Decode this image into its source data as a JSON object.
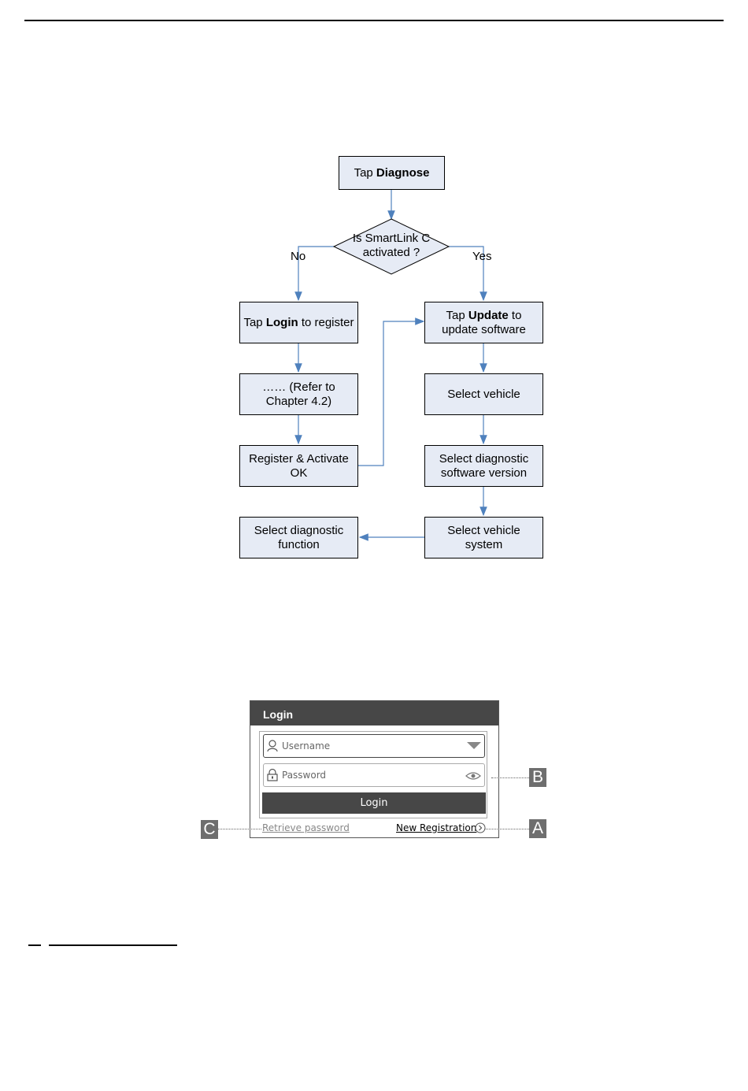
{
  "flow": {
    "start": {
      "pre": "Tap ",
      "bold": "Diagnose"
    },
    "decision": {
      "line1": "Is SmartLink C",
      "line2": "activated ?"
    },
    "no_label": "No",
    "yes_label": "Yes",
    "login_box": {
      "pre": "Tap ",
      "bold": "Login",
      "post": " to register"
    },
    "refer_box": "…… (Refer to Chapter 4.2)",
    "register_box": "Register & Activate OK",
    "update_box": {
      "pre": "Tap ",
      "bold": "Update",
      "post": " to update software"
    },
    "select_vehicle": "Select vehicle",
    "select_sw_version": "Select diagnostic software version",
    "select_system": "Select vehicle system",
    "select_function": "Select diagnostic function"
  },
  "login_dialog": {
    "title": "Login",
    "username_placeholder": "Username",
    "password_placeholder": "Password",
    "login_button": "Login",
    "retrieve_link": "Retrieve password",
    "new_registration_link": "New Registration"
  },
  "callouts": {
    "a": "A",
    "b": "B",
    "c": "C"
  },
  "colors": {
    "box_fill": "#e6ebf5",
    "arrow": "#4f81bd",
    "dialog_header": "#474747"
  }
}
